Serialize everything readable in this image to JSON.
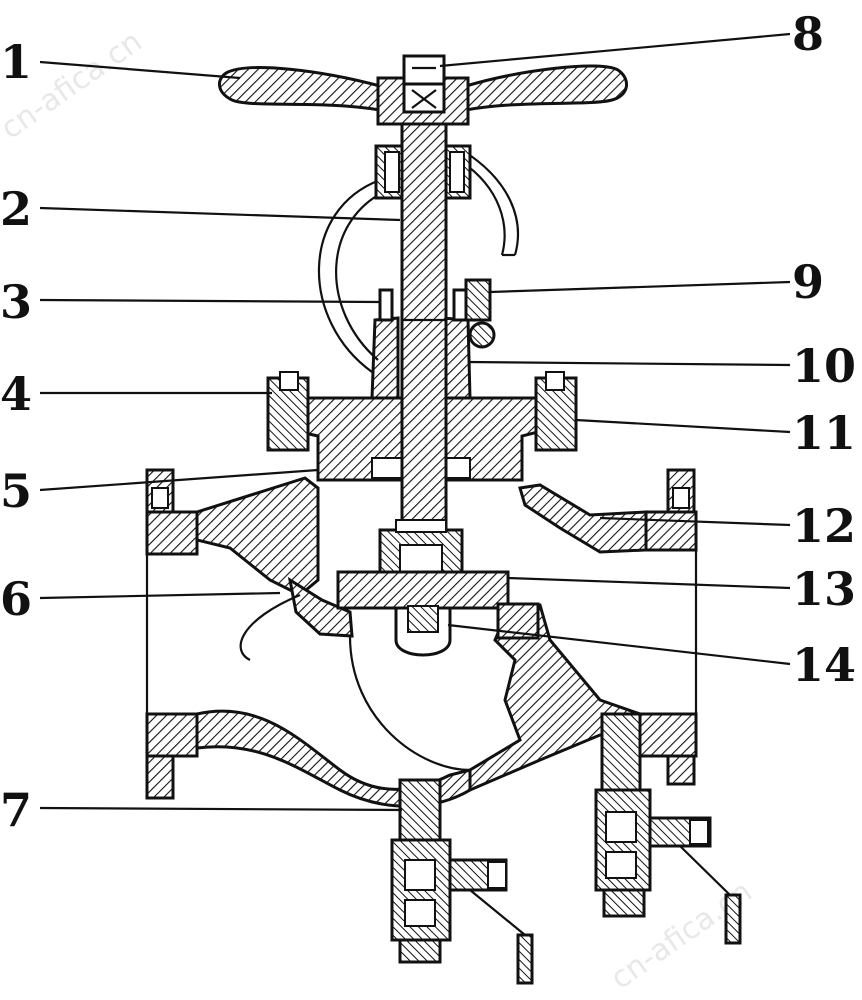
{
  "diagram": {
    "type": "globe-valve-cross-section",
    "callouts": [
      "1",
      "2",
      "3",
      "4",
      "5",
      "6",
      "7",
      "8",
      "9",
      "10",
      "11",
      "12",
      "13",
      "14"
    ],
    "watermark": "cn-afica.cn",
    "colors": {
      "line": "#111111",
      "background": "#ffffff",
      "watermark": "#e8e8e8"
    }
  }
}
